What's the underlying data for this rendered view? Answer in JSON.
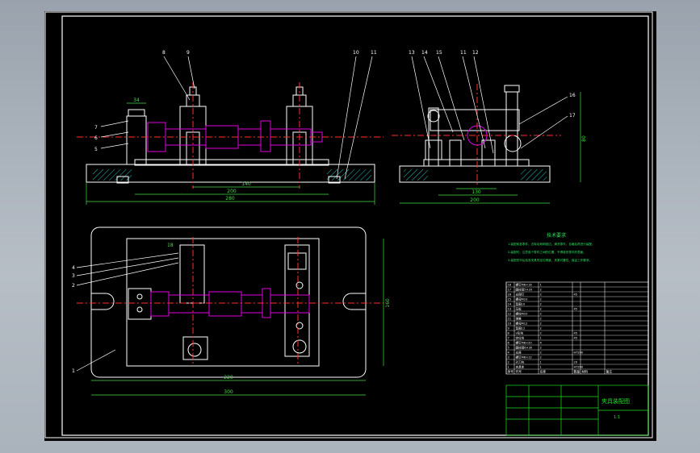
{
  "drawing": {
    "title_block_name": "夹具装配图",
    "scale_label": "1:1"
  },
  "front_view": {
    "balloons": [
      "8",
      "9",
      "10",
      "11"
    ],
    "side_labels": [
      "7",
      "6",
      "5"
    ],
    "dim_top": "34",
    "dim_mid": "140",
    "dim_lower": "200",
    "dim_overall": "280"
  },
  "side_view": {
    "balloons": [
      "13",
      "14",
      "15",
      "11",
      "12"
    ],
    "right_labels": [
      "16",
      "17"
    ],
    "dim_height": "80",
    "dim_mid": "130",
    "dim_overall": "200"
  },
  "plan_view": {
    "left_labels": [
      "4",
      "3",
      "2",
      "1"
    ],
    "top_label": "18",
    "dim_height": "160",
    "dim_inner": "220",
    "dim_overall": "300"
  },
  "tech_notes": {
    "heading": "技术要求",
    "lines": [
      "1.装配前各零件，去除毛刺和锐边，清洗零件，合格后再进行装配。",
      "2.装配时，注意各个零件之间的位置，不得碰伤零件的表面。",
      "3.装配完毕后检查夹具的定位精度，夹紧可靠性，保证工作要求。"
    ]
  },
  "parts_list": {
    "rows": [
      [
        "18",
        "螺钉M6×16",
        "1",
        "",
        ""
      ],
      [
        "17",
        "圆柱销5×20",
        "2",
        "",
        ""
      ],
      [
        "16",
        "支撑钉",
        "2",
        "45",
        ""
      ],
      [
        "15",
        "螺母M10",
        "2",
        "",
        ""
      ],
      [
        "14",
        "垫圈10",
        "2",
        "",
        ""
      ],
      [
        "13",
        "压板",
        "2",
        "45",
        ""
      ],
      [
        "12",
        "螺柱M10",
        "2",
        "",
        ""
      ],
      [
        "11",
        "弹簧",
        "2",
        "",
        ""
      ],
      [
        "10",
        "螺母M12",
        "2",
        "",
        ""
      ],
      [
        "9",
        "垫圈12",
        "2",
        "",
        ""
      ],
      [
        "8",
        "V形块",
        "2",
        "45",
        ""
      ],
      [
        "7",
        "定位块",
        "1",
        "45",
        ""
      ],
      [
        "6",
        "螺钉M8×20",
        "4",
        "",
        ""
      ],
      [
        "5",
        "圆柱销6×30",
        "2",
        "",
        ""
      ],
      [
        "4",
        "支座",
        "2",
        "HT200",
        ""
      ],
      [
        "3",
        "螺钉M6×12",
        "2",
        "",
        ""
      ],
      [
        "2",
        "对刀块",
        "1",
        "20",
        ""
      ],
      [
        "1",
        "夹具体",
        "1",
        "HT200",
        ""
      ]
    ],
    "header": [
      "序号",
      "代号",
      "名称",
      "数量",
      "材料",
      "备注"
    ]
  },
  "colors": {
    "part_lines": "#ffffff",
    "workpiece": "#e000e0",
    "dimensions": "#40e040",
    "center_lines": "#ff3030",
    "notes": "#30e060",
    "hatching": "#20c0c0",
    "title_block": "#20e020"
  }
}
